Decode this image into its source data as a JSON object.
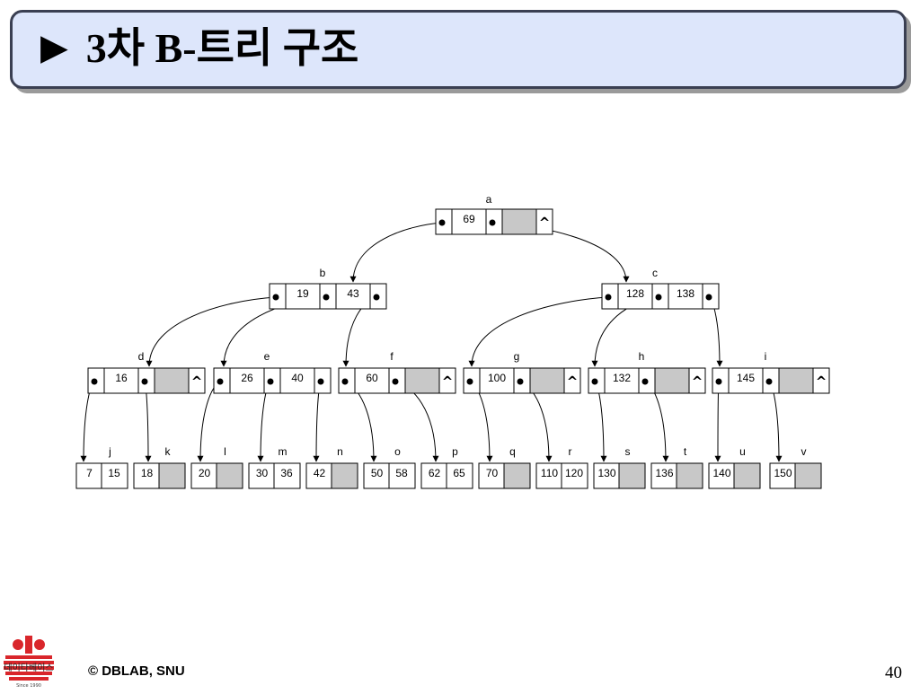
{
  "title": {
    "glyph": "▶",
    "text": "3차 B-트리 구조"
  },
  "footer": {
    "copyright": "© DBLAB, SNU",
    "page": "40"
  },
  "logo": {
    "label": "데이타베이스",
    "since": "Since 1990"
  },
  "colors": {
    "title_bg": "#dde6fb",
    "title_border": "#3a3f52",
    "empty_slot": "#c8c8c8",
    "line": "#000000"
  },
  "tree": {
    "order": 3,
    "null_symbol": "^",
    "nodes": [
      {
        "label": "a",
        "level": 0,
        "keys": [
          "69"
        ],
        "children": [
          "b",
          "c"
        ]
      },
      {
        "label": "b",
        "level": 1,
        "keys": [
          "19",
          "43"
        ],
        "children": [
          "d",
          "e",
          "f"
        ]
      },
      {
        "label": "c",
        "level": 1,
        "keys": [
          "128",
          "138"
        ],
        "children": [
          "g",
          "h",
          "i"
        ]
      },
      {
        "label": "d",
        "level": 2,
        "keys": [
          "16"
        ],
        "children": [
          "j",
          "k"
        ]
      },
      {
        "label": "e",
        "level": 2,
        "keys": [
          "26",
          "40"
        ],
        "children": [
          "l",
          "m",
          "n"
        ]
      },
      {
        "label": "f",
        "level": 2,
        "keys": [
          "60"
        ],
        "children": [
          "o",
          "p"
        ]
      },
      {
        "label": "g",
        "level": 2,
        "keys": [
          "100"
        ],
        "children": [
          "q",
          "r"
        ]
      },
      {
        "label": "h",
        "level": 2,
        "keys": [
          "132"
        ],
        "children": [
          "s",
          "t"
        ]
      },
      {
        "label": "i",
        "level": 2,
        "keys": [
          "145"
        ],
        "children": [
          "u",
          "v"
        ]
      },
      {
        "label": "j",
        "level": 3,
        "keys": [
          "7",
          "15"
        ]
      },
      {
        "label": "k",
        "level": 3,
        "keys": [
          "18"
        ]
      },
      {
        "label": "l",
        "level": 3,
        "keys": [
          "20"
        ]
      },
      {
        "label": "m",
        "level": 3,
        "keys": [
          "30",
          "36"
        ]
      },
      {
        "label": "n",
        "level": 3,
        "keys": [
          "42"
        ]
      },
      {
        "label": "o",
        "level": 3,
        "keys": [
          "50",
          "58"
        ]
      },
      {
        "label": "p",
        "level": 3,
        "keys": [
          "62",
          "65"
        ]
      },
      {
        "label": "q",
        "level": 3,
        "keys": [
          "70"
        ]
      },
      {
        "label": "r",
        "level": 3,
        "keys": [
          "110",
          "120"
        ]
      },
      {
        "label": "s",
        "level": 3,
        "keys": [
          "130"
        ]
      },
      {
        "label": "t",
        "level": 3,
        "keys": [
          "136"
        ]
      },
      {
        "label": "u",
        "level": 3,
        "keys": [
          "140"
        ]
      },
      {
        "label": "v",
        "level": 3,
        "keys": [
          "150"
        ]
      }
    ]
  }
}
